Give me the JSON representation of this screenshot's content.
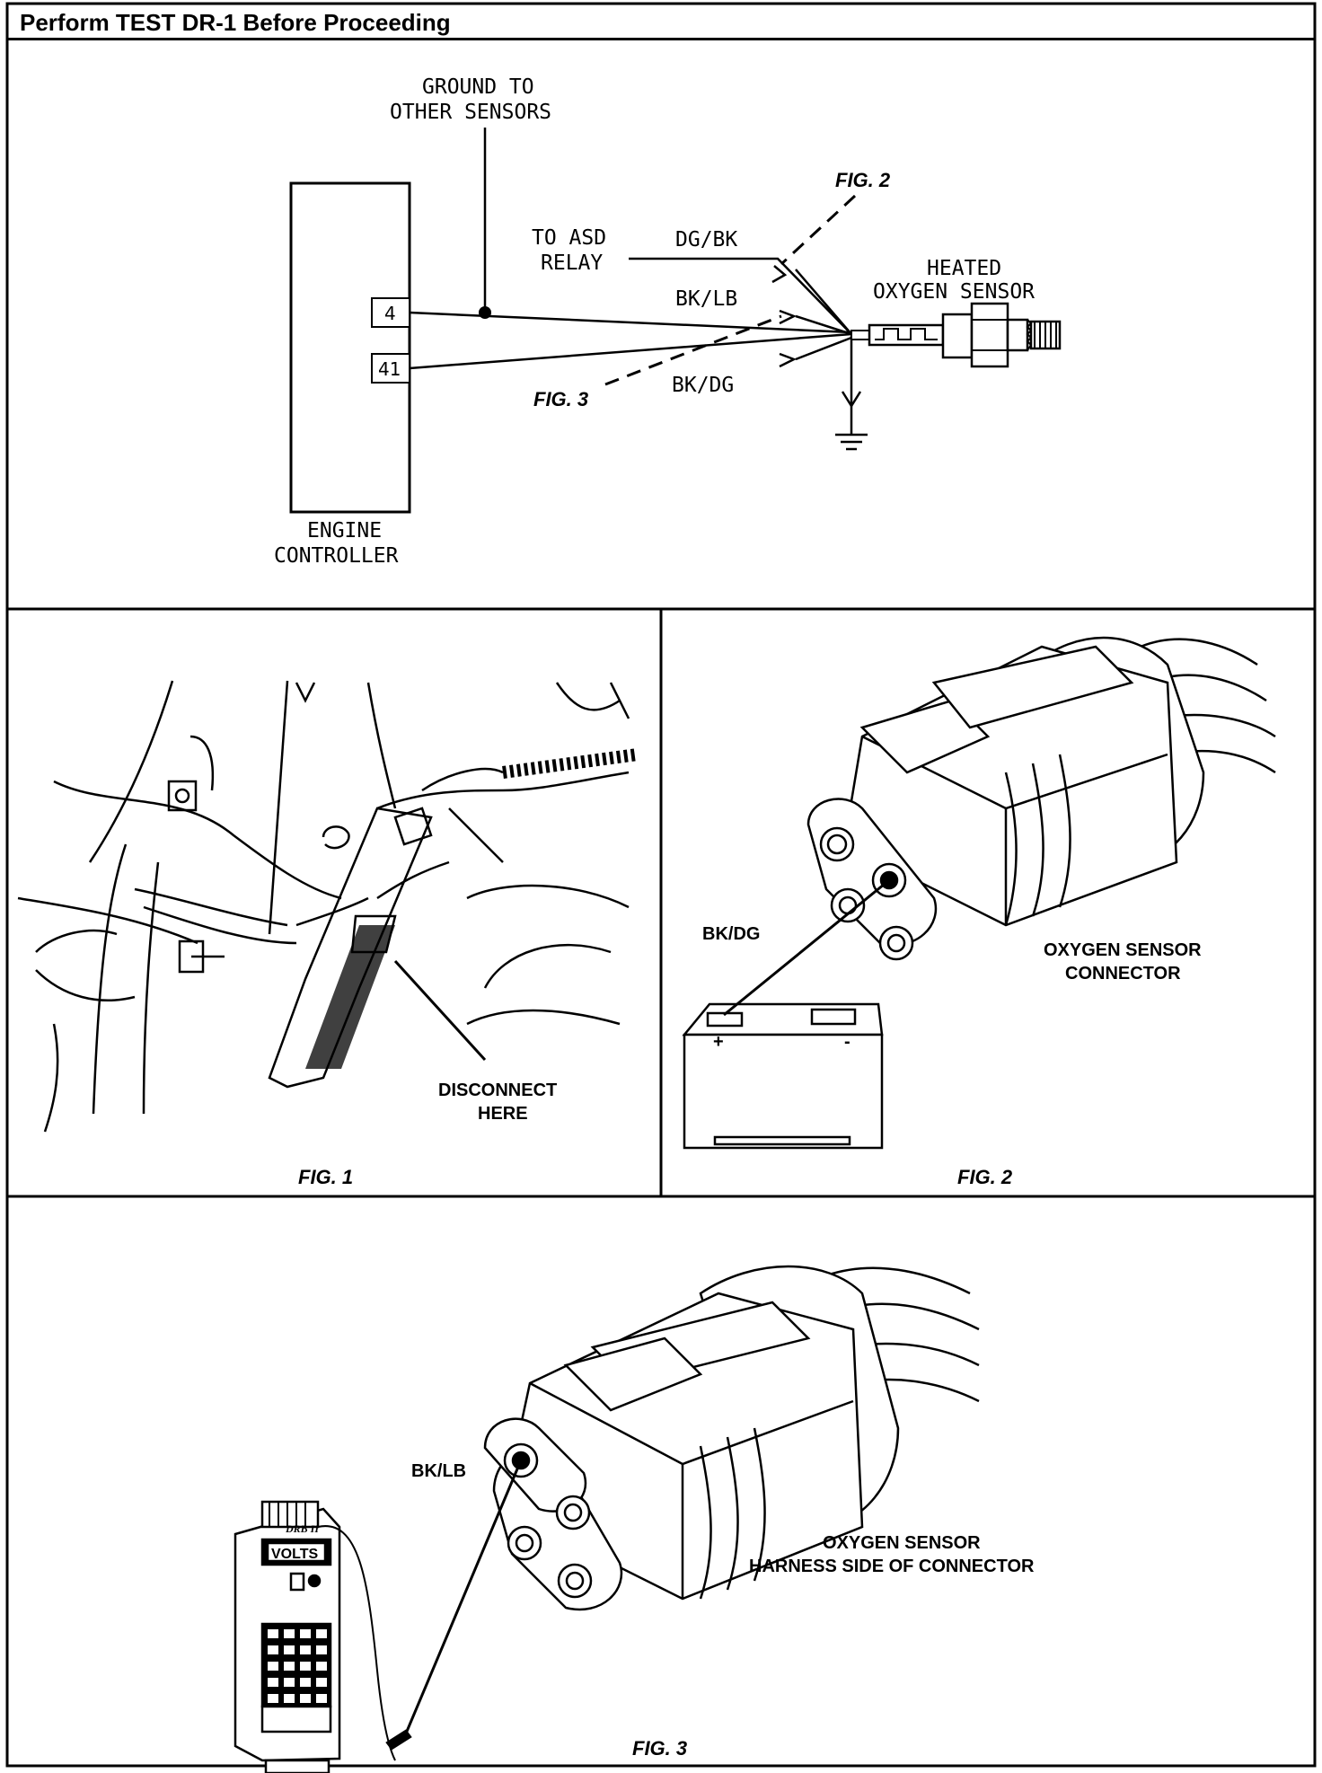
{
  "header": {
    "title": "Perform TEST DR-1 Before Proceeding"
  },
  "schematic": {
    "ground_label": [
      "GROUND TO",
      "OTHER SENSORS"
    ],
    "controller_label": [
      "ENGINE",
      "CONTROLLER"
    ],
    "asd_label": [
      "TO ASD",
      "RELAY"
    ],
    "sensor_label": [
      "HEATED",
      "OXYGEN SENSOR"
    ],
    "pin_a": "4",
    "pin_b": "41",
    "wire_dg_bk": "DG/BK",
    "wire_bk_lb": "BK/LB",
    "wire_bk_dg": "BK/DG",
    "fig2_ref": "FIG. 2",
    "fig3_ref": "FIG. 3"
  },
  "fig1": {
    "callout": [
      "DISCONNECT",
      "HERE"
    ],
    "caption": "FIG. 1"
  },
  "fig2": {
    "wire_label": "BK/DG",
    "connector_label": [
      "OXYGEN SENSOR",
      "CONNECTOR"
    ],
    "caption": "FIG. 2"
  },
  "fig3": {
    "wire_label": "BK/LB",
    "connector_label": [
      "OXYGEN SENSOR",
      "HARNESS SIDE OF CONNECTOR"
    ],
    "meter_brand": "DRB II",
    "meter_display": "VOLTS",
    "caption": "FIG. 3"
  },
  "colors": {
    "ink": "#000000",
    "paper": "#ffffff"
  }
}
